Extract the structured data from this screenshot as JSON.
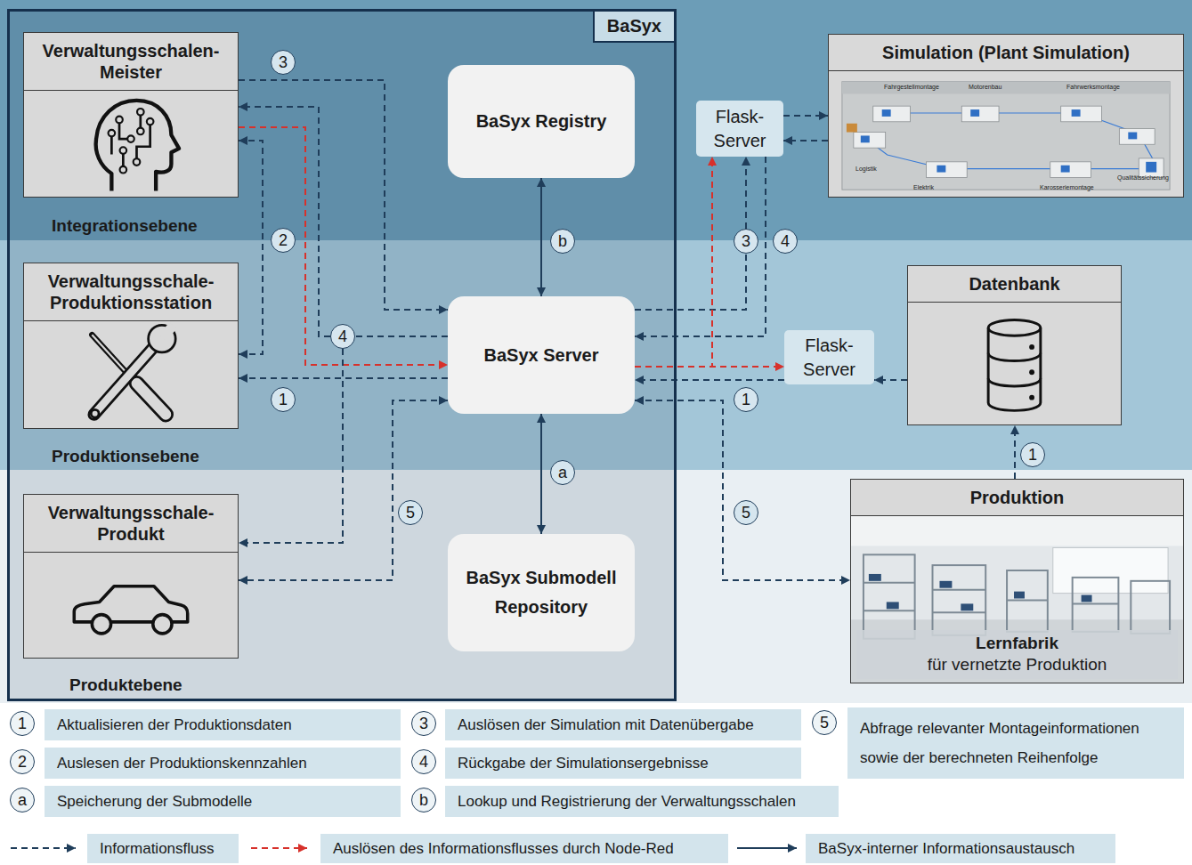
{
  "diagram": {
    "nodes": [
      {
        "text": [
          "BaSyx"
        ]
      },
      {
        "text": [
          "Verwaltungsschalen- Meister"
        ],
        "in": 0
      },
      {
        "text": [
          "BaSyx Registry"
        ],
        "in": 0
      },
      {
        "text": [
          "Verwaltungsschale- Produktionsstation"
        ],
        "in": 0
      },
      {
        "text": [
          "BaSyx Server"
        ],
        "in": 0
      },
      {
        "text": [
          "Verwaltungsschale- Produkt"
        ],
        "in": 0
      },
      {
        "text": [
          "BaSyx Submodell Repository"
        ],
        "in": 0
      },
      {
        "text": [
          "Simulation (Plant Simulation)"
        ]
      },
      {
        "text": [
          "Flask- Server"
        ]
      },
      {
        "text": [
          "Datenbank"
        ]
      },
      {
        "text": [
          "Flask- Server"
        ]
      },
      {
        "text": [
          "Produktion",
          "Lernfabrik",
          "für vernetzte Produktion"
        ]
      }
    ],
    "edges": [
      {
        "from": 1,
        "to": 4,
        "arrow": "to",
        "label": "3"
      },
      {
        "from": 4,
        "to": 1,
        "arrow": "to",
        "label": "4"
      },
      {
        "from": 1,
        "to": 4,
        "arrow": "to"
      },
      {
        "from": 3,
        "to": 1,
        "arrow": "both",
        "label": "2"
      },
      {
        "from": 4,
        "to": 3,
        "arrow": "to",
        "label": "1"
      },
      {
        "from": 4,
        "to": 5,
        "arrow": "to"
      },
      {
        "from": 4,
        "to": 5,
        "arrow": "both",
        "label": "5"
      },
      {
        "from": 2,
        "to": 4,
        "arrow": "both",
        "label": "b"
      },
      {
        "from": 4,
        "to": 6,
        "arrow": "both",
        "label": "a"
      },
      {
        "from": 4,
        "to": 8,
        "arrow": "to",
        "label": "3"
      },
      {
        "from": 8,
        "to": 4,
        "arrow": "to",
        "label": "4"
      },
      {
        "from": 4,
        "to": 8,
        "arrow": "to"
      },
      {
        "from": 4,
        "to": 10,
        "arrow": "to"
      },
      {
        "from": 8,
        "to": 7,
        "arrow": "to"
      },
      {
        "from": 7,
        "to": 8,
        "arrow": "to"
      },
      {
        "from": 9,
        "to": 10,
        "arrow": "to"
      },
      {
        "from": 10,
        "to": 4,
        "arrow": "to",
        "label": "1"
      },
      {
        "from": 11,
        "to": 9,
        "arrow": "to",
        "label": "1"
      },
      {
        "from": 4,
        "to": 11,
        "arrow": "both",
        "label": "5"
      }
    ],
    "labels": [
      "Integrationsebene",
      "Produktionsebene",
      "Produktebene",
      "1",
      "2",
      "a",
      "3",
      "4",
      "b",
      "5",
      "Fahrgestellmontage",
      "Motorenbau",
      "Fahrwerksmontage",
      "Logistik",
      "Elektrik",
      "Karosseriemontage",
      "Qualitätssicherung"
    ],
    "legend": [
      {
        "text": "Aktualisieren der Produktionsdaten"
      },
      {
        "text": "Auslesen der Produktionskennzahlen"
      },
      {
        "text": "Speicherung der Submodelle"
      },
      {
        "text": "Auslösen der Simulation mit Datenübergabe"
      },
      {
        "text": "Rückgabe der Simulationsergebnisse"
      },
      {
        "text": "Lookup und Registrierung der Verwaltungsschalen"
      },
      {
        "text": "Abfrage relevanter Montageinformationen sowie der berechneten Reihenfolge"
      },
      {
        "text": "Informationsfluss"
      },
      {
        "text": "Auslösen des Informationsflusses durch Node-Red"
      },
      {
        "text": "BaSyx-interner Informationsaustausch"
      }
    ]
  }
}
